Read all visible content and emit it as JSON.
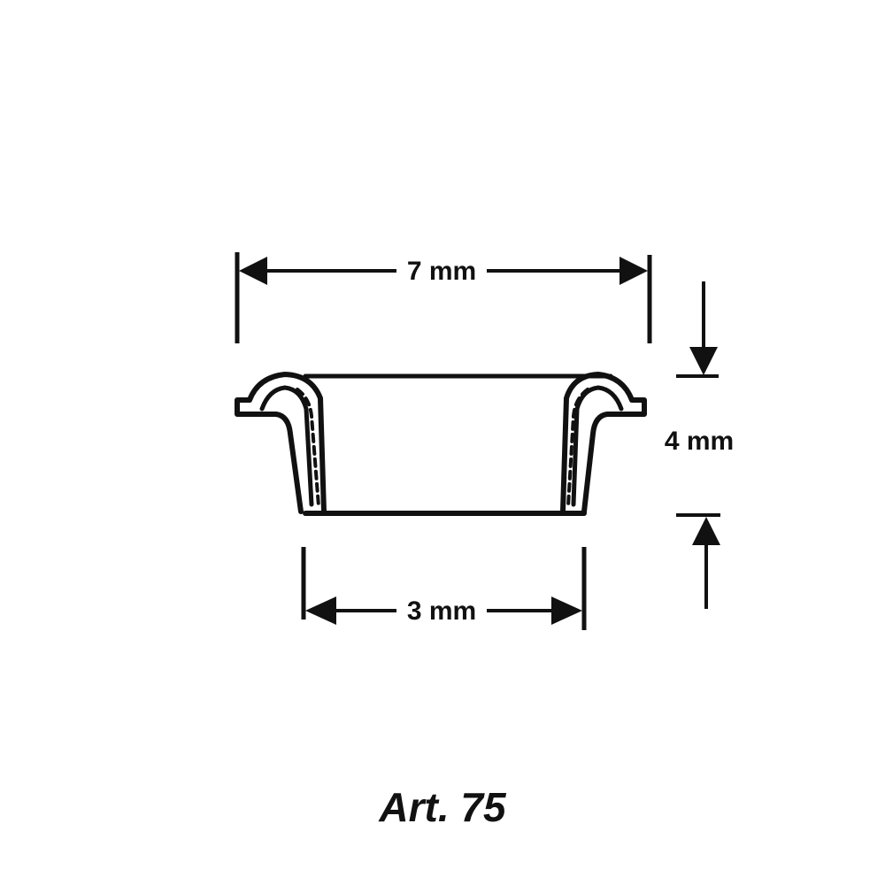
{
  "drawing": {
    "dimensions": {
      "outer_diameter": "7 mm",
      "inner_diameter": "3 mm",
      "height": "4 mm"
    },
    "article_label": "Art. 75",
    "colors": {
      "line": "#111111",
      "background": "#ffffff"
    }
  }
}
